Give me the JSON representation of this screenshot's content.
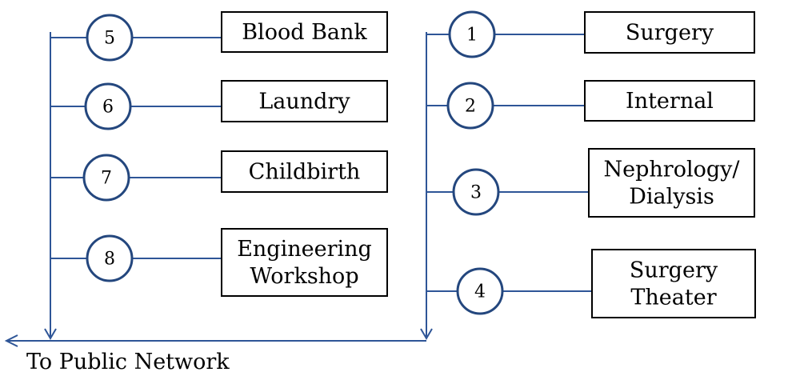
{
  "diagram": {
    "caption": "To Public Network",
    "colors": {
      "line": "#2e5597",
      "circle": "#24477e",
      "box_border": "#000000",
      "text": "#000000"
    },
    "departments": [
      {
        "number": "1",
        "lines": [
          "Surgery"
        ]
      },
      {
        "number": "2",
        "lines": [
          "Internal"
        ]
      },
      {
        "number": "3",
        "lines": [
          "Nephrology/",
          "Dialysis"
        ]
      },
      {
        "number": "4",
        "lines": [
          "Surgery",
          "Theater"
        ]
      },
      {
        "number": "5",
        "lines": [
          "Blood Bank"
        ]
      },
      {
        "number": "6",
        "lines": [
          "Laundry"
        ]
      },
      {
        "number": "7",
        "lines": [
          "Childbirth"
        ]
      },
      {
        "number": "8",
        "lines": [
          "Engineering",
          "Workshop"
        ]
      }
    ]
  }
}
